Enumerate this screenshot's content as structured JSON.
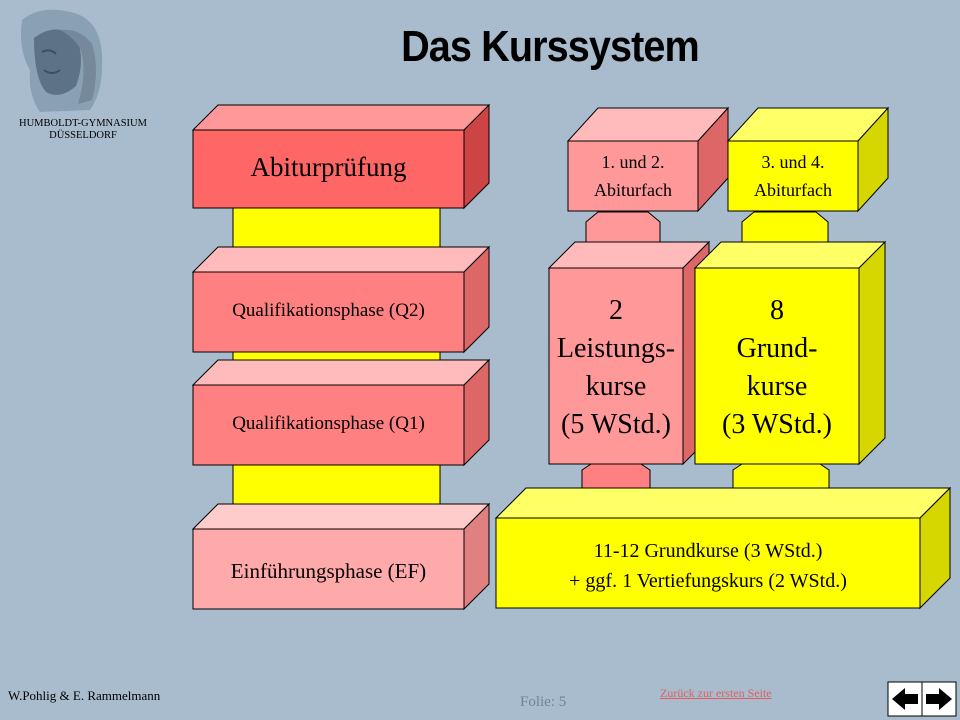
{
  "title": "Das Kurssystem",
  "school": {
    "line1": "HUMBOLDT-GYMNASIUM",
    "line2": "DÜSSELDORF"
  },
  "left_stack": {
    "abitur": "Abiturprüfung",
    "q2": "Qualifikationsphase (Q2)",
    "q1": "Qualifikationsphase (Q1)",
    "ef": "Einführungsphase (EF)"
  },
  "right_side": {
    "abifach12": {
      "line1": "1. und 2.",
      "line2": "Abiturfach"
    },
    "abifach34": {
      "line1": "3. und 4.",
      "line2": "Abiturfach"
    },
    "lk": {
      "l1": "2",
      "l2": "Leistungs-",
      "l3": "kurse",
      "l4": "(5 WStd.)"
    },
    "gk": {
      "l1": "8",
      "l2": "Grund-",
      "l3": "kurse",
      "l4": "(3 WStd.)"
    },
    "base": {
      "line1": "11-12 Grundkurse (3 WStd.)",
      "line2": "+ ggf. 1 Vertiefungskurs (2 WStd.)"
    }
  },
  "footer": {
    "authors": "W.Pohlig & E. Rammelmann",
    "slide": "Folie: 5",
    "back_link": "Zurück zur ersten Seite"
  },
  "colors": {
    "background": "#a8bccd",
    "red_front": "#ff6666",
    "pink_front": "#ff9999",
    "light_pink_front": "#ffaaaa",
    "yellow_front": "#ffff00",
    "yellow_side": "#d6d600"
  },
  "icons": [
    "humboldt-portrait-logo",
    "back-arrow-icon",
    "forward-arrow-icon"
  ]
}
